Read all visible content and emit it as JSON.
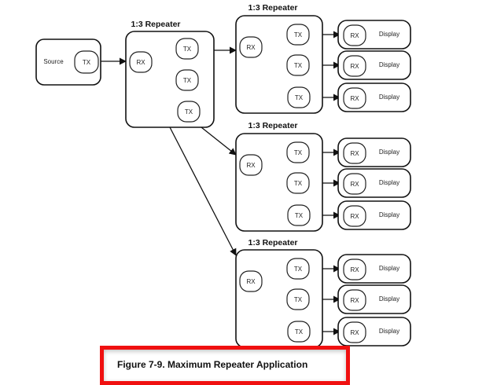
{
  "figure": {
    "caption": "Figure 7-9. Maximum Repeater Application"
  },
  "source": {
    "label": "Source",
    "tx": "TX"
  },
  "repeaters": [
    {
      "title": "1:3 Repeater",
      "rx": "RX",
      "tx": [
        "TX",
        "TX",
        "TX"
      ]
    },
    {
      "title": "1:3 Repeater",
      "rx": "RX",
      "tx": [
        "TX",
        "TX",
        "TX"
      ]
    },
    {
      "title": "1:3 Repeater",
      "rx": "RX",
      "tx": [
        "TX",
        "TX",
        "TX"
      ]
    },
    {
      "title": "1:3 Repeater",
      "rx": "RX",
      "tx": [
        "TX",
        "TX",
        "TX"
      ]
    }
  ],
  "displays": [
    {
      "rx": "RX",
      "label": "Display"
    },
    {
      "rx": "RX",
      "label": "Display"
    },
    {
      "rx": "RX",
      "label": "Display"
    },
    {
      "rx": "RX",
      "label": "Display"
    },
    {
      "rx": "RX",
      "label": "Display"
    },
    {
      "rx": "RX",
      "label": "Display"
    },
    {
      "rx": "RX",
      "label": "Display"
    },
    {
      "rx": "RX",
      "label": "Display"
    },
    {
      "rx": "RX",
      "label": "Display"
    }
  ],
  "colors": {
    "highlight": "#f01010"
  }
}
